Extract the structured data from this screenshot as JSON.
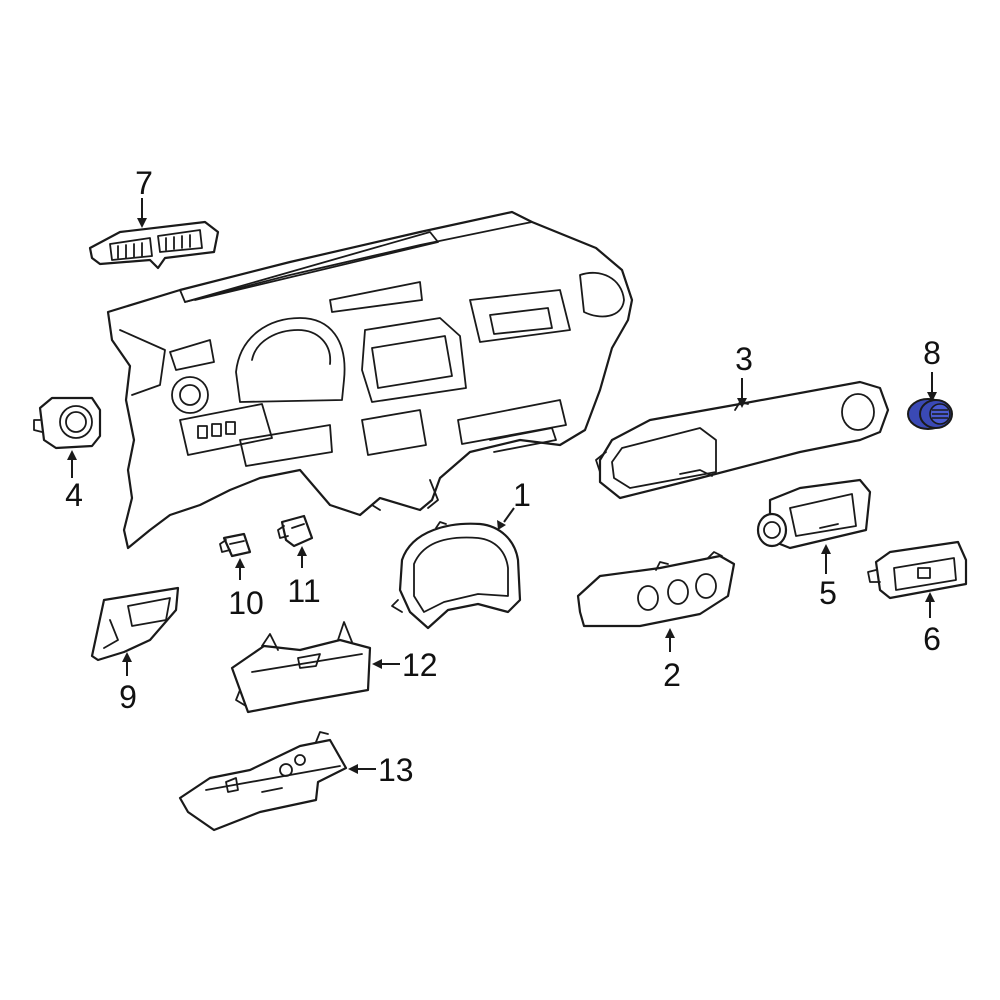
{
  "diagram": {
    "highlight_color": "#3a49b5",
    "highlighted_part": "8",
    "callouts": {
      "c1": "1",
      "c2": "2",
      "c3": "3",
      "c4": "4",
      "c5": "5",
      "c6": "6",
      "c7": "7",
      "c8": "8",
      "c9": "9",
      "c10": "10",
      "c11": "11",
      "c12": "12",
      "c13": "13"
    }
  }
}
